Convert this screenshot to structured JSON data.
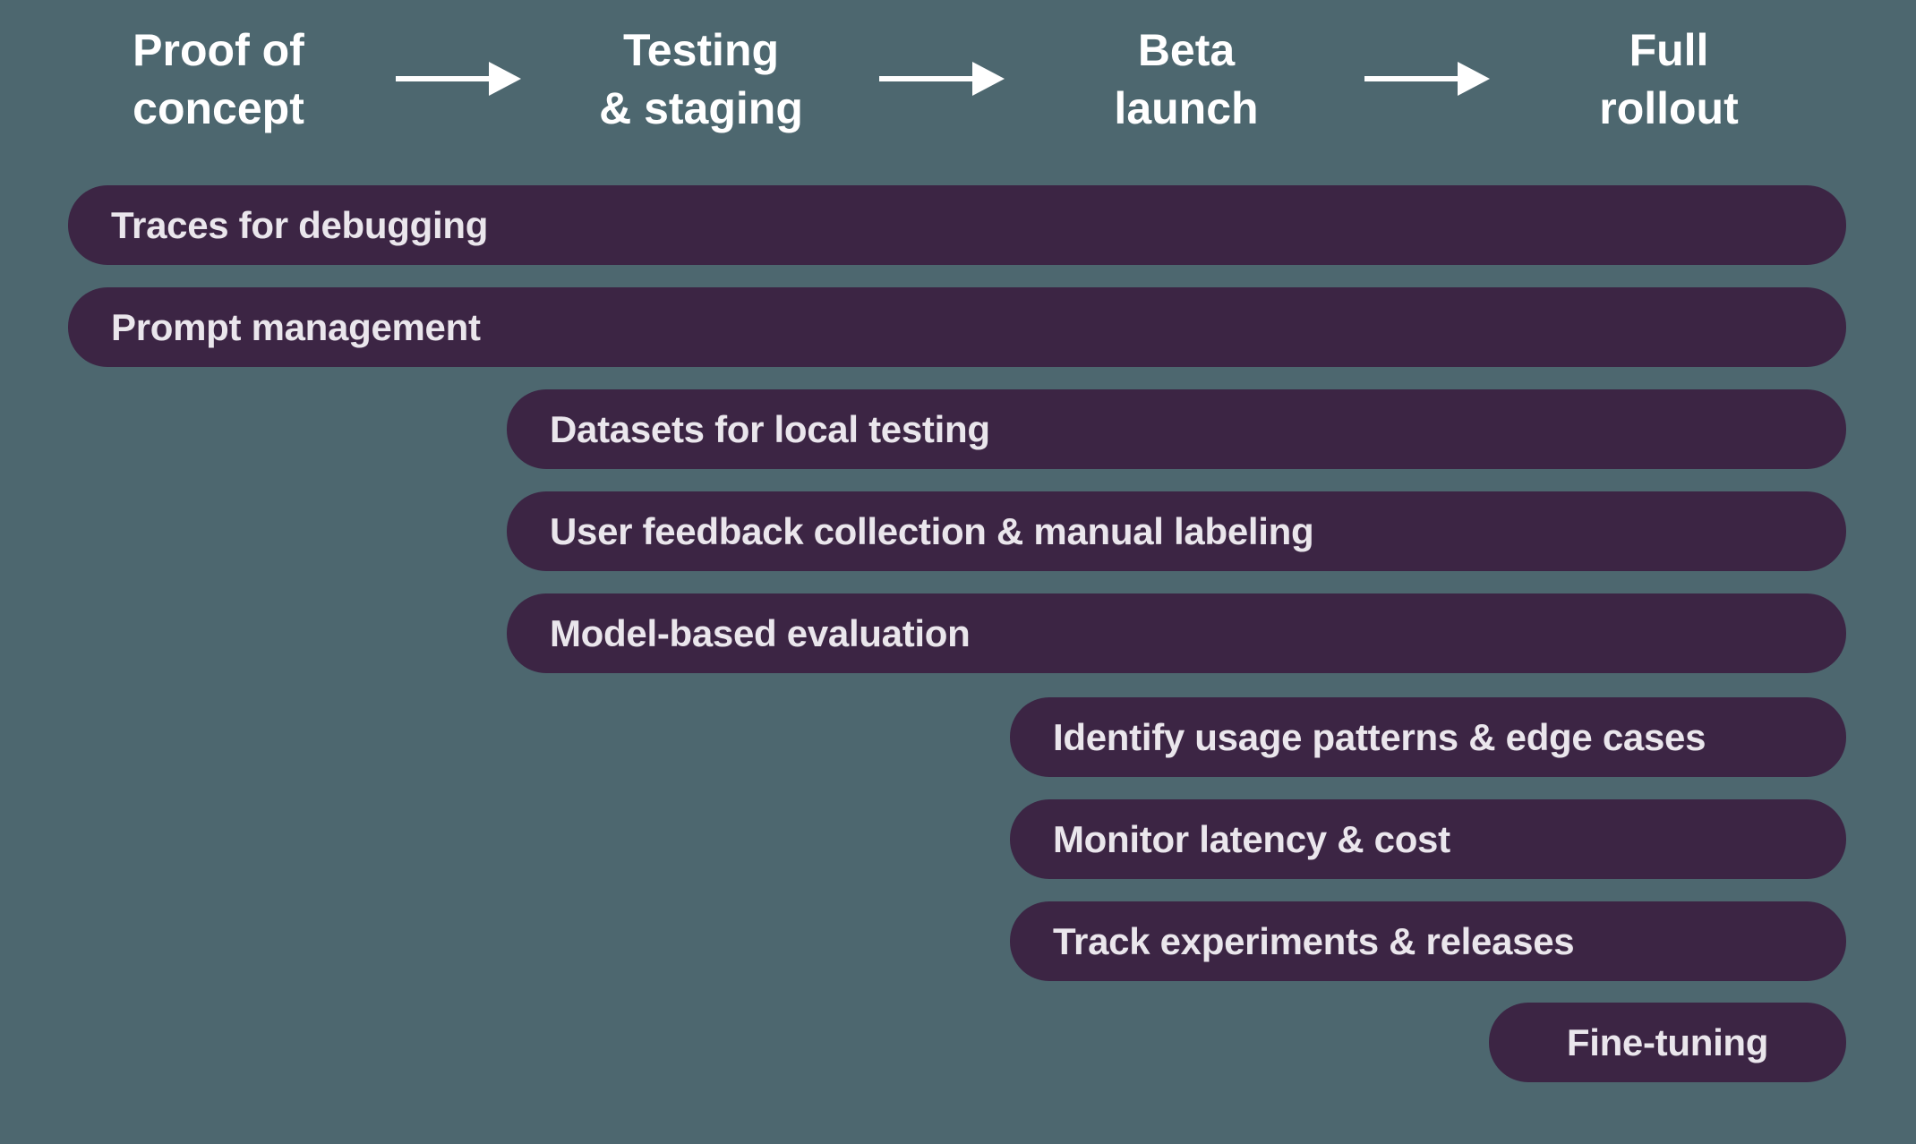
{
  "colors": {
    "background": "#4D676F",
    "bar": "#3C2544",
    "bar_text": "#EAE6EC",
    "phase_text": "#FFFFFF",
    "arrow": "#FFFFFF"
  },
  "phases": [
    {
      "label": "Proof of concept",
      "line1": "Proof of",
      "line2": "concept"
    },
    {
      "label": "Testing & staging",
      "line1": "Testing",
      "line2": "& staging"
    },
    {
      "label": "Beta launch",
      "line1": "Beta",
      "line2": "launch"
    },
    {
      "label": "Full rollout",
      "line1": "Full",
      "line2": "rollout"
    }
  ],
  "arrows": [
    {
      "icon": "arrow-right-icon"
    },
    {
      "icon": "arrow-right-icon"
    },
    {
      "icon": "arrow-right-icon"
    }
  ],
  "bars": [
    {
      "label": "Traces for debugging",
      "starts_at_phase": "Proof of concept"
    },
    {
      "label": "Prompt management",
      "starts_at_phase": "Proof of concept"
    },
    {
      "label": "Datasets for local testing",
      "starts_at_phase": "Testing & staging"
    },
    {
      "label": "User feedback collection & manual labeling",
      "starts_at_phase": "Testing & staging"
    },
    {
      "label": "Model-based evaluation",
      "starts_at_phase": "Testing & staging"
    },
    {
      "label": "Identify usage patterns & edge cases",
      "starts_at_phase": "Beta launch"
    },
    {
      "label": "Monitor latency & cost",
      "starts_at_phase": "Beta launch"
    },
    {
      "label": "Track experiments & releases",
      "starts_at_phase": "Beta launch"
    },
    {
      "label": "Fine-tuning",
      "starts_at_phase": "Full rollout"
    }
  ]
}
